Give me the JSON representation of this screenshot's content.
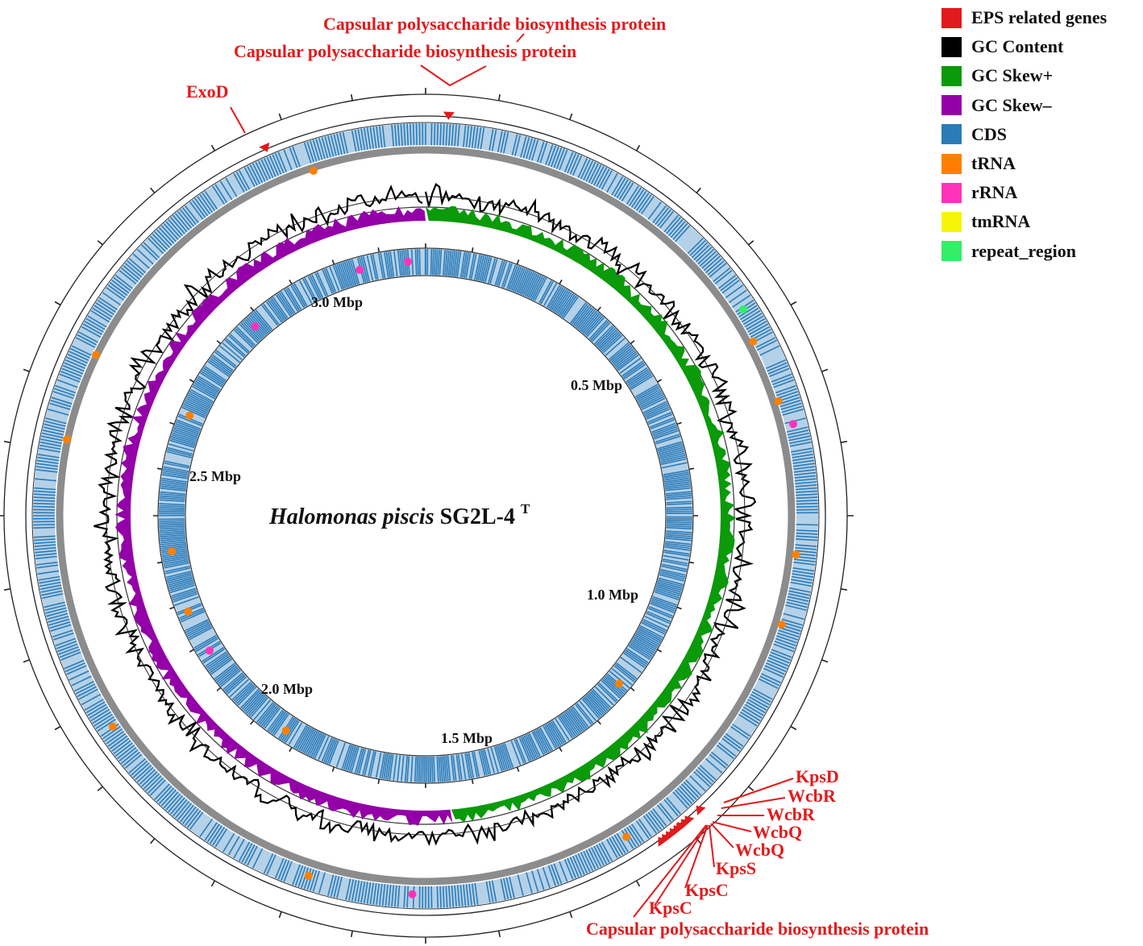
{
  "title": {
    "organism": "Halomonas piscis",
    "strain": "SG2L-4",
    "superscript": "T"
  },
  "colors": {
    "eps": "#e31a1c",
    "gc_content": "#000000",
    "gc_skew_pos": "#0a9a0a",
    "gc_skew_neg": "#9400a8",
    "cds": "#2b7bb9",
    "trna": "#ff8000",
    "rrna": "#ff33bb",
    "tmrna": "#f5f50a",
    "repeat_region": "#33ee66",
    "backbone": "#8c8c8c"
  },
  "legend": [
    {
      "label": "EPS related genes",
      "color": "#e31a1c"
    },
    {
      "label": "GC Content",
      "color": "#000000"
    },
    {
      "label": "GC Skew+",
      "color": "#0a9a0a"
    },
    {
      "label": "GC Skew–",
      "color": "#9400a8"
    },
    {
      "label": "CDS",
      "color": "#2b7bb9"
    },
    {
      "label": "tRNA",
      "color": "#ff8000"
    },
    {
      "label": "rRNA",
      "color": "#ff33bb"
    },
    {
      "label": "tmRNA",
      "color": "#f5f50a"
    },
    {
      "label": "repeat_region",
      "color": "#33ee66"
    }
  ],
  "position_labels": [
    "0.5 Mbp",
    "1.0 Mbp",
    "1.5 Mbp",
    "2.0 Mbp",
    "2.5 Mbp",
    "3.0 Mbp"
  ],
  "eps_labels": {
    "capsular_top_1": "Capsular polysaccharide biosynthesis protein",
    "capsular_top_2": "Capsular polysaccharide biosynthesis protein",
    "exod": "ExoD",
    "kpsd": "KpsD",
    "wcbr_1": "WcbR",
    "wcbr_2": "WcbR",
    "wcbq_1": "WcbQ",
    "wcbq_2": "WcbQ",
    "kpss": "KpsS",
    "kpsc_1": "KpsC",
    "kpsc_2": "KpsC",
    "capsular_bottom": "Capsular polysaccharide biosynthesis protein"
  }
}
